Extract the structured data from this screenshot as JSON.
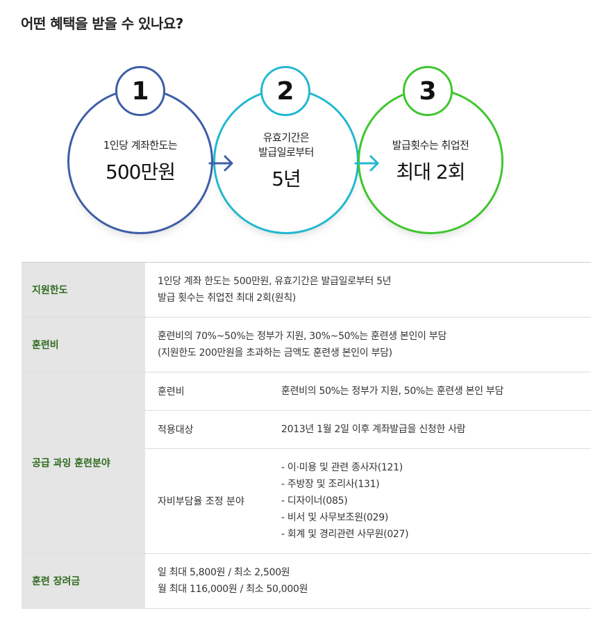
{
  "title": "어떤 혜택을 받을 수 있나요?",
  "colors": {
    "step1": "#3e5ea6",
    "step2": "#22b8cf",
    "step3": "#3fc62f",
    "header_text": "#2f6a1f"
  },
  "steps": [
    {
      "number": "1",
      "line1": "1인당 계좌한도는",
      "line2": "",
      "big": "500만원"
    },
    {
      "number": "2",
      "line1": "유효기간은",
      "line2": "발급일로부터",
      "big": "5년"
    },
    {
      "number": "3",
      "line1": "발급횟수는 취업전",
      "line2": "",
      "big": "최대 2회"
    }
  ],
  "table": {
    "limit": {
      "header": "지원한도",
      "lines": [
        "1인당 계좌 한도는 500만원, 유효기간은 발급일로부터 5년",
        "발급 횟수는 취업전 최대 2회(원칙)"
      ]
    },
    "cost": {
      "header": "훈련비",
      "lines": [
        "훈련비의 70%~50%는 정부가 지원, 30%~50%는 훈련생 본인이 부담",
        "(지원한도 200만원을 초과하는 금액도 훈련생 본인이 부담)"
      ]
    },
    "oversupply": {
      "header": "공급 과잉 훈련분야",
      "rows": [
        {
          "key": "훈련비",
          "values": [
            "훈련비의 50%는 정부가 지원, 50%는 훈련생 본인 부담"
          ]
        },
        {
          "key": "적용대상",
          "values": [
            "2013년 1월 2일 이후 계좌발급을 신청한 사람"
          ]
        },
        {
          "key": "자비부담율 조정 분야",
          "values": [
            "- 이·미용 및 관련 종사자(121)",
            "- 주방장 및 조리사(131)",
            "- 디자이너(085)",
            "- 비서 및 사무보조원(029)",
            "- 회계 및 경리관련 사무원(027)"
          ]
        }
      ]
    },
    "incentive": {
      "header": "훈련 장려금",
      "lines": [
        "일 최대 5,800원 / 최소 2,500원",
        "월 최대 116,000원 / 최소 50,000원"
      ]
    }
  }
}
